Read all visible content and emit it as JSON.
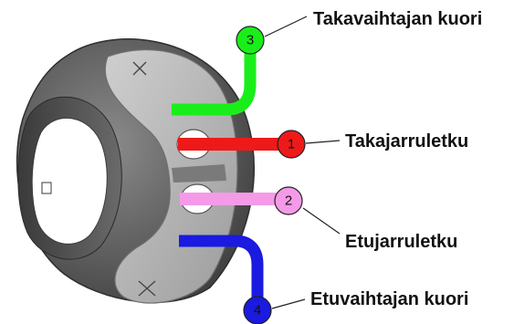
{
  "diagram": {
    "colors": {
      "rear_shift_housing": "#1aee1a",
      "rear_brake_line": "#ee1a1a",
      "front_brake_line": "#f59ae8",
      "front_shift_housing": "#1a1ae0",
      "clamp_body": "#5b5b5b",
      "clamp_plate": "#b7b7b7"
    },
    "callouts": [
      {
        "number": "3",
        "label": "Takavaihtajan kuori",
        "color": "#1aee1a"
      },
      {
        "number": "1",
        "label": "Takajarruletku",
        "color": "#ee1a1a"
      },
      {
        "number": "2",
        "label": "Etujarruletku",
        "color": "#f59ae8"
      },
      {
        "number": "4",
        "label": "Etuvaihtajan kuori",
        "color": "#1a1ae0"
      }
    ]
  }
}
